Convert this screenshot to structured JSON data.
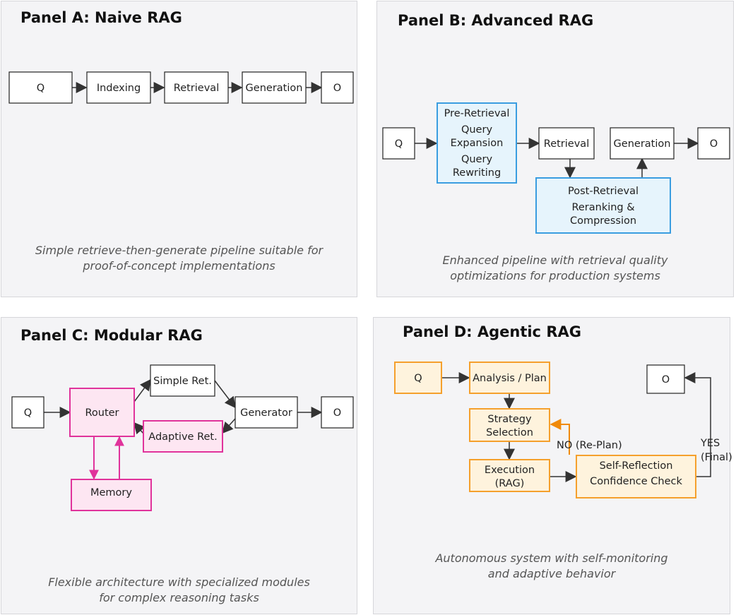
{
  "colors": {
    "panel_bg": "#f4f4f6",
    "edge": "#333333",
    "box_border": "#222222",
    "blue_border": "#3a9de0",
    "blue_fill": "#e6f4fc",
    "pink_border": "#e0339b",
    "pink_fill": "#fde6f2",
    "orange_border": "#f5a02c",
    "orange_fill": "#fef3dd",
    "orange_arrow": "#f08a0a"
  },
  "panels": {
    "a": {
      "title": "Panel A: Naive RAG",
      "caption": [
        "Simple retrieve-then-generate pipeline suitable for",
        "proof-of-concept implementations"
      ],
      "nodes": {
        "q": "Q",
        "indexing": "Indexing",
        "retrieval": "Retrieval",
        "generation": "Generation",
        "o": "O"
      }
    },
    "b": {
      "title": "Panel B: Advanced RAG",
      "caption": [
        "Enhanced pipeline with retrieval quality",
        "optimizations for production systems"
      ],
      "nodes": {
        "q": "Q",
        "pre": [
          "Pre-Retrieval",
          "Query",
          "Expansion",
          "Query",
          "Rewriting"
        ],
        "retrieval": "Retrieval",
        "generation": "Generation",
        "o": "O",
        "post": [
          "Post-Retrieval",
          "Reranking &",
          "Compression"
        ]
      }
    },
    "c": {
      "title": "Panel C: Modular RAG",
      "caption": [
        "Flexible architecture with specialized modules",
        "for complex reasoning tasks"
      ],
      "nodes": {
        "q": "Q",
        "router": "Router",
        "simple": "Simple Ret.",
        "adaptive": "Adaptive Ret.",
        "generator": "Generator",
        "o": "O",
        "memory": "Memory"
      }
    },
    "d": {
      "title": "Panel D: Agentic RAG",
      "caption": [
        "Autonomous system with self-monitoring",
        "and adaptive behavior"
      ],
      "nodes": {
        "q": "Q",
        "analysis": "Analysis / Plan",
        "strategy": [
          "Strategy",
          "Selection"
        ],
        "execution": [
          "Execution",
          "(RAG)"
        ],
        "reflection": [
          "Self-Reflection",
          "Confidence Check"
        ],
        "o": "O"
      },
      "edges": {
        "no": "NO (Re-Plan)",
        "yes": [
          "YES",
          "(Final)"
        ]
      }
    }
  }
}
